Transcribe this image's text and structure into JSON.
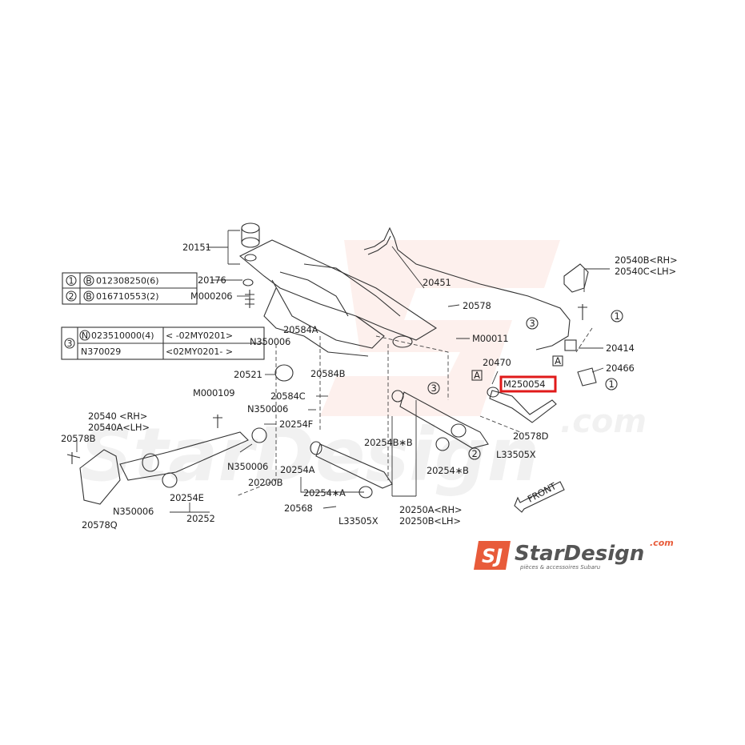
{
  "highlight_color": "#e01a1a",
  "brand_color": "#e85b3a",
  "parts_table_1": [
    {
      "ref": "1",
      "code": "012308250(6)"
    },
    {
      "ref": "2",
      "code": "016710553(2)"
    }
  ],
  "parts_table_2": {
    "ref": "3",
    "rows": [
      {
        "part": "023510000(4)",
        "range": "<   -02MY0201>"
      },
      {
        "part": "N370029",
        "range": "<02MY0201-   >"
      }
    ]
  },
  "labels": {
    "p20151": "20151",
    "p20176": "20176",
    "pM000206": "M000206",
    "p20451": "20451",
    "p20578": "20578",
    "p20540B": "20540B<RH>",
    "p20540C": "20540C<LH>",
    "pM00011": "M00011",
    "p20414": "20414",
    "p20466": "20466",
    "p20584A": "20584A",
    "pN350006a": "N350006",
    "p20521": "20521",
    "p20584B": "20584B",
    "p20584C": "20584C",
    "pN350006b": "N350006",
    "p20470": "20470",
    "pM250054": "M250054",
    "pM000109": "M000109",
    "p20540rh": "20540 <RH>",
    "p20540lh": "20540A<LH>",
    "p20578B": "20578B",
    "p20254F": "20254F",
    "pN350006c": "N350006",
    "p20254Bb": "20254B∗B",
    "p20578D": "20578D",
    "pL33505Xa": "L33505X",
    "p20254A": "20254A",
    "p20200B": "20200B",
    "p20254Star": "20254∗B",
    "p20254StarA": "20254∗A",
    "pN350006d": "N350006",
    "p20578Q": "20578Q",
    "p20254E": "20254E",
    "p20252": "20252",
    "p20568": "20568",
    "pL33505Xb": "L33505X",
    "p20250A": "20250A<RH>",
    "p20250B": "20250B<LH>",
    "front": "FRONT",
    "boxA": "A",
    "circ1": "1",
    "circ2": "2",
    "circ3": "3"
  },
  "logo": {
    "mark": "SJ",
    "name": "StarDesign",
    "tld": ".com",
    "tagline": "pièces & accessoires Subaru"
  }
}
